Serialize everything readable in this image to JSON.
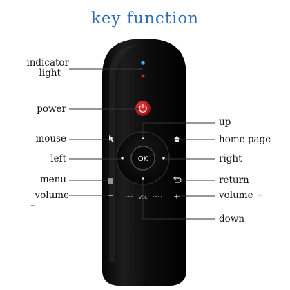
{
  "title": "key function",
  "labels": {
    "indicator_light_1": "indicator",
    "indicator_light_2": "light",
    "power": "power",
    "mouse": "mouse",
    "left": "left",
    "menu": "menu",
    "volume_minus_1": "volume",
    "volume_minus_2": "–",
    "up": "up",
    "home_page": "home page",
    "right": "right",
    "return": "return",
    "volume_plus": "volume +",
    "down": "down"
  },
  "remote": {
    "ok_label": "OK",
    "vol_label": "VOL",
    "plus_symbol": "+",
    "minus_symbol": "–",
    "body_color": "#0b0b0b",
    "indicator_colors": [
      "#38b6ff",
      "#e0201c"
    ],
    "power_color": "#c2161b"
  },
  "colors": {
    "title": "#2f6db5",
    "leader_line": "#333333"
  }
}
